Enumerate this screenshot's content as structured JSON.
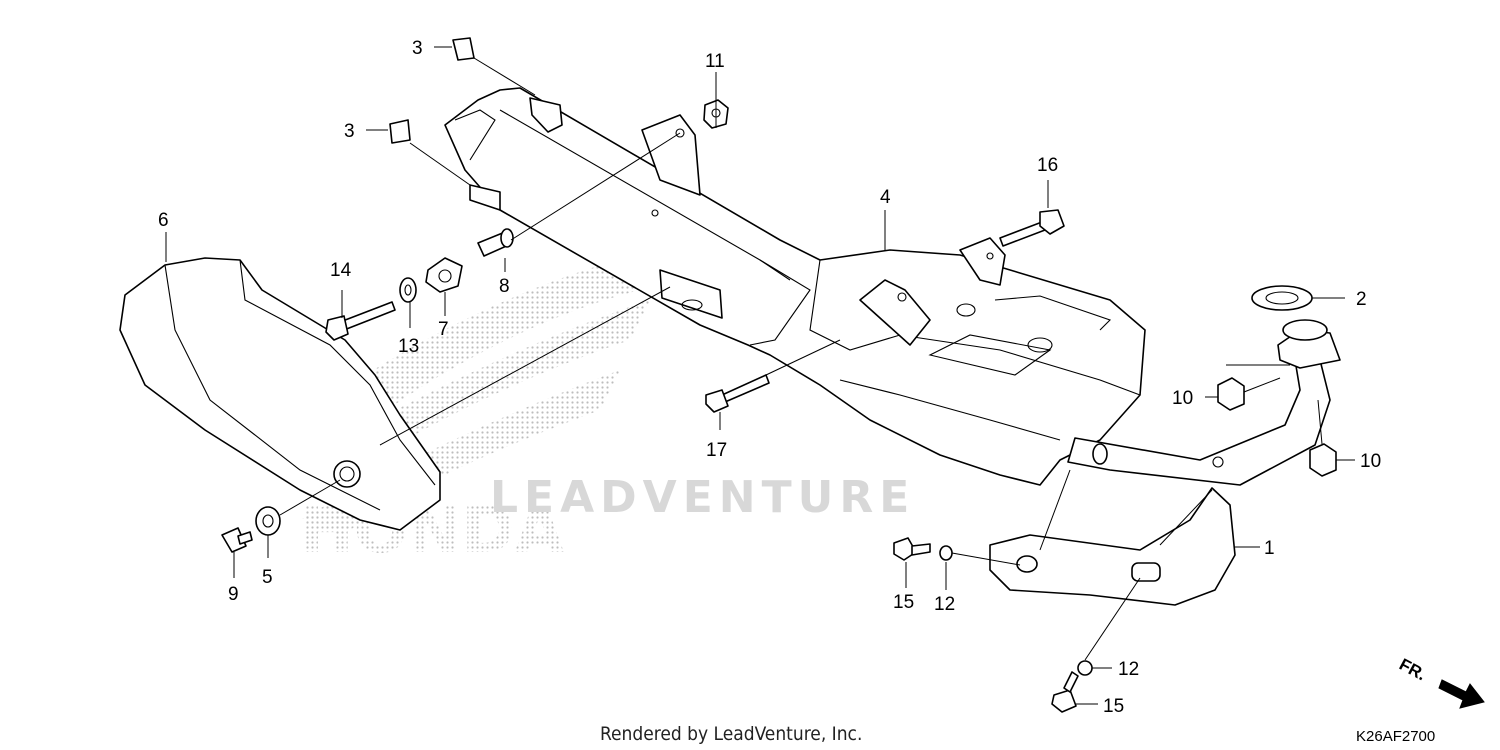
{
  "watermark": {
    "brand": "HONDA",
    "dealer": "LEADVENTURE"
  },
  "callouts": [
    {
      "id": "c1",
      "label": "1"
    },
    {
      "id": "c2",
      "label": "2"
    },
    {
      "id": "c3a",
      "label": "3"
    },
    {
      "id": "c3b",
      "label": "3"
    },
    {
      "id": "c4",
      "label": "4"
    },
    {
      "id": "c5",
      "label": "5"
    },
    {
      "id": "c6",
      "label": "6"
    },
    {
      "id": "c7",
      "label": "7"
    },
    {
      "id": "c8",
      "label": "8"
    },
    {
      "id": "c9",
      "label": "9"
    },
    {
      "id": "c10a",
      "label": "10"
    },
    {
      "id": "c10b",
      "label": "10"
    },
    {
      "id": "c11",
      "label": "11"
    },
    {
      "id": "c12a",
      "label": "12"
    },
    {
      "id": "c12b",
      "label": "12"
    },
    {
      "id": "c13",
      "label": "13"
    },
    {
      "id": "c14",
      "label": "14"
    },
    {
      "id": "c15a",
      "label": "15"
    },
    {
      "id": "c15b",
      "label": "15"
    },
    {
      "id": "c16",
      "label": "16"
    },
    {
      "id": "c17",
      "label": "17"
    }
  ],
  "direction_marker": "FR.",
  "footer": {
    "rendered_by": "Rendered by LeadVenture, Inc.",
    "diagram_code": "K26AF2700"
  }
}
